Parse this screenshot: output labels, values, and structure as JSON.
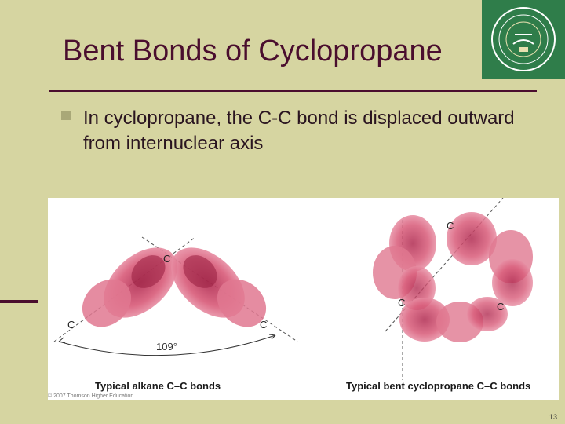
{
  "slide": {
    "title": "Bent Bonds of Cyclopropane",
    "bullet": "In cyclopropane, the C-C bond is displaced outward from internuclear axis",
    "page_number": "13"
  },
  "figure": {
    "left": {
      "caption": "Typical alkane C–C bonds",
      "atom_labels": [
        "C",
        "C",
        "C"
      ],
      "angle_label": "109°"
    },
    "right": {
      "caption": "Typical bent cyclopropane C–C bonds",
      "atom_labels": [
        "C",
        "C",
        "C"
      ]
    },
    "copyright": "© 2007 Thomson Higher Education"
  },
  "colors": {
    "background": "#d6d5a1",
    "title": "#4a0e2e",
    "orbital": "#d85a78",
    "logo": "#2f7d4a"
  }
}
